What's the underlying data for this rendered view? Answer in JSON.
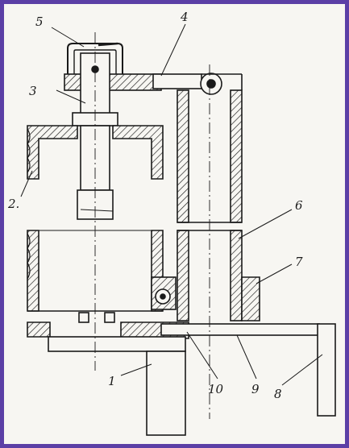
{
  "diagram": {
    "colors": {
      "frame": "#5b3fa6",
      "ink": "#1a1a1a",
      "paper": "#f7f6f2"
    },
    "callouts": [
      {
        "id": "1",
        "text": "1"
      },
      {
        "id": "2",
        "text": "2."
      },
      {
        "id": "3",
        "text": "3"
      },
      {
        "id": "4",
        "text": "4"
      },
      {
        "id": "5",
        "text": "5"
      },
      {
        "id": "6",
        "text": "6"
      },
      {
        "id": "7",
        "text": "7"
      },
      {
        "id": "8",
        "text": "8"
      },
      {
        "id": "9",
        "text": "9"
      },
      {
        "id": "10",
        "text": "10"
      }
    ]
  }
}
